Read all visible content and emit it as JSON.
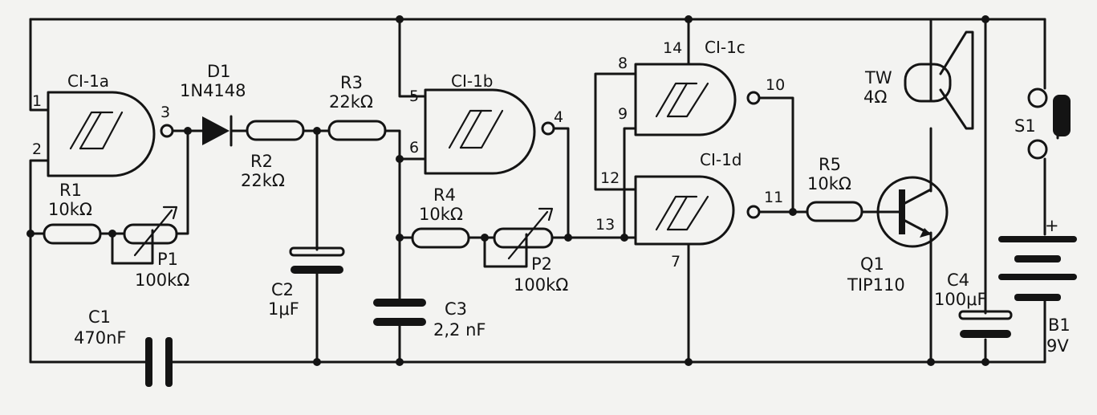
{
  "chips": {
    "a": "CI-1a",
    "b": "CI-1b",
    "c": "CI-1c",
    "d": "CI-1d"
  },
  "pins": {
    "p1": "1",
    "p2": "2",
    "p3": "3",
    "p4": "4",
    "p5": "5",
    "p6": "6",
    "p7": "7",
    "p8": "8",
    "p9": "9",
    "p10": "10",
    "p11": "11",
    "p12": "12",
    "p13": "13",
    "p14": "14"
  },
  "components": {
    "d1": {
      "ref": "D1",
      "value": "1N4148"
    },
    "r1": {
      "ref": "R1",
      "value": "10kΩ"
    },
    "r2": {
      "ref": "R2",
      "value": "22kΩ"
    },
    "r3": {
      "ref": "R3",
      "value": "22kΩ"
    },
    "r4": {
      "ref": "R4",
      "value": "10kΩ"
    },
    "r5": {
      "ref": "R5",
      "value": "10kΩ"
    },
    "p1": {
      "ref": "P1",
      "value": "100kΩ"
    },
    "p2": {
      "ref": "P2",
      "value": "100kΩ"
    },
    "c1": {
      "ref": "C1",
      "value": "470nF"
    },
    "c2": {
      "ref": "C2",
      "value": "1μF"
    },
    "c3": {
      "ref": "C3",
      "value": "2,2 nF"
    },
    "c4": {
      "ref": "C4",
      "value": "100μF"
    },
    "q1": {
      "ref": "Q1",
      "value": "TIP110"
    },
    "tw": {
      "ref": "TW",
      "value": "4Ω"
    },
    "s1": {
      "ref": "S1"
    },
    "b1": {
      "ref": "B1",
      "value": "9V",
      "polarity": "+"
    }
  },
  "colors": {
    "ink": "#141414",
    "paper": "#f3f3f1"
  }
}
